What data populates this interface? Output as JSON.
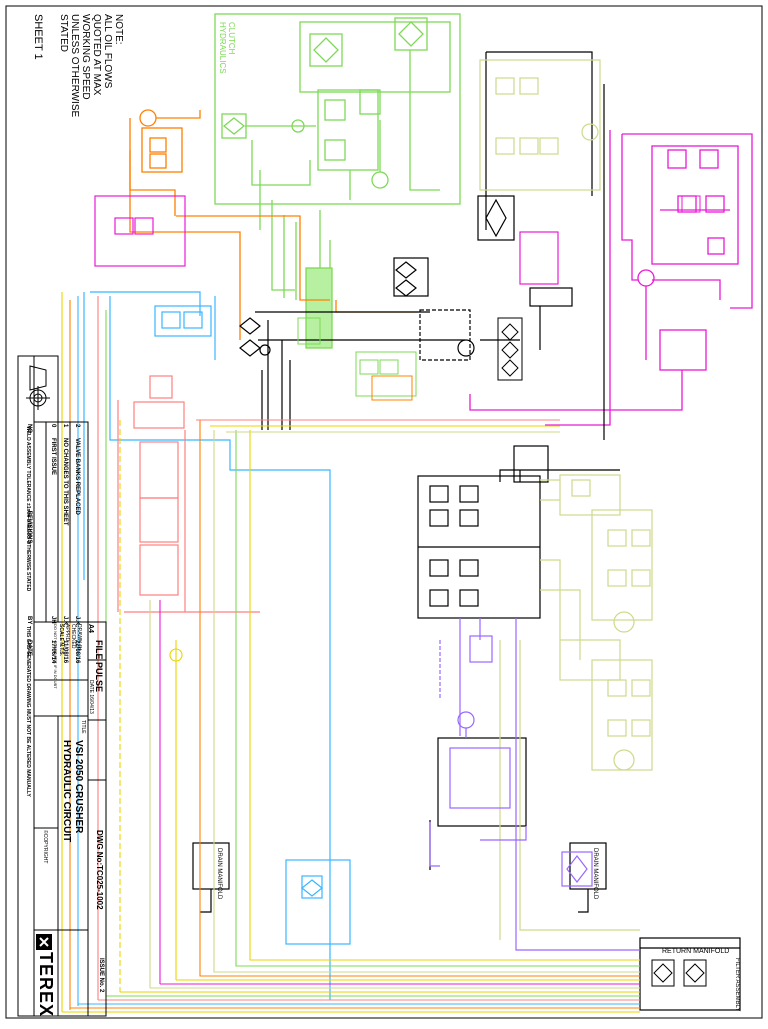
{
  "note": {
    "heading": "NOTE:",
    "lines": [
      "ALL OIL FLOWS",
      "QUOTED AT MAX",
      "WORKING SPEED",
      "UNLESS OTHERWISE",
      "STATED"
    ]
  },
  "sheet_label": "SHEET 1",
  "section_labels": {
    "clutch": "CLUTCH HYDRAULICS",
    "return_manifold": "RETURN MANIFOLD",
    "drain_manifold": "DRAIN MANIFOLD",
    "filter_assembly": "FILTER ASSEMBLY"
  },
  "title_block": {
    "company": "TEREX",
    "title_label": "TITLE",
    "title_line1": "VSI 2050 CRUSHER",
    "title_line2": "HYDRAULIC CIRCUIT",
    "dwg_no": "DWG No:TC025-1002",
    "issue": "ISSUE No. 2",
    "copyright": "©COPYRIGHT",
    "file_label": "FILE",
    "file_value": "PULSE",
    "size": "A4",
    "scale_label": "SCALE",
    "date_label": "DATE",
    "date_value": "16/04/13",
    "drawn_label": "DRAWN",
    "drawn_value": "JH",
    "checked_label": "CHECKED",
    "approved_label": "APPRD",
    "scale_value": "SCALE N.T.S.",
    "warning": "DO NOT SCALE, ASK IF IN DOUBT",
    "footer_weld": "WELD ASSEMBLY TOLERANCE ±1mm UNLESS OTHERWISE STATED",
    "footer_cad": "THIS CAD GENERATED DRAWING MUST NOT BE ALTERED MANUALLY"
  },
  "revisions": {
    "header": {
      "no": "NO",
      "text": "REVISIONS",
      "by": "BY",
      "date": "DATE"
    },
    "rows": [
      {
        "no": "2",
        "text": "VALVE BANKS REPLACED",
        "by": "J.K.",
        "date": "22/08/16"
      },
      {
        "no": "1",
        "text": "NO CHANGES TO THIS SHEET",
        "by": "J.K.",
        "date": "11/08/16"
      },
      {
        "no": "0",
        "text": "FIRST ISSUE",
        "by": "JH",
        "date": "17/06/14"
      }
    ]
  },
  "colors": {
    "clutch_green": "#7ed957",
    "orange": "#ff8000",
    "magenta": "#e81ad8",
    "cyan": "#38b6ff",
    "olive": "#cfd98a",
    "violet": "#9966ff",
    "yellow": "#e8d400",
    "pink": "#ff7f7f",
    "black": "#000000",
    "red_text": "#ff0000"
  }
}
